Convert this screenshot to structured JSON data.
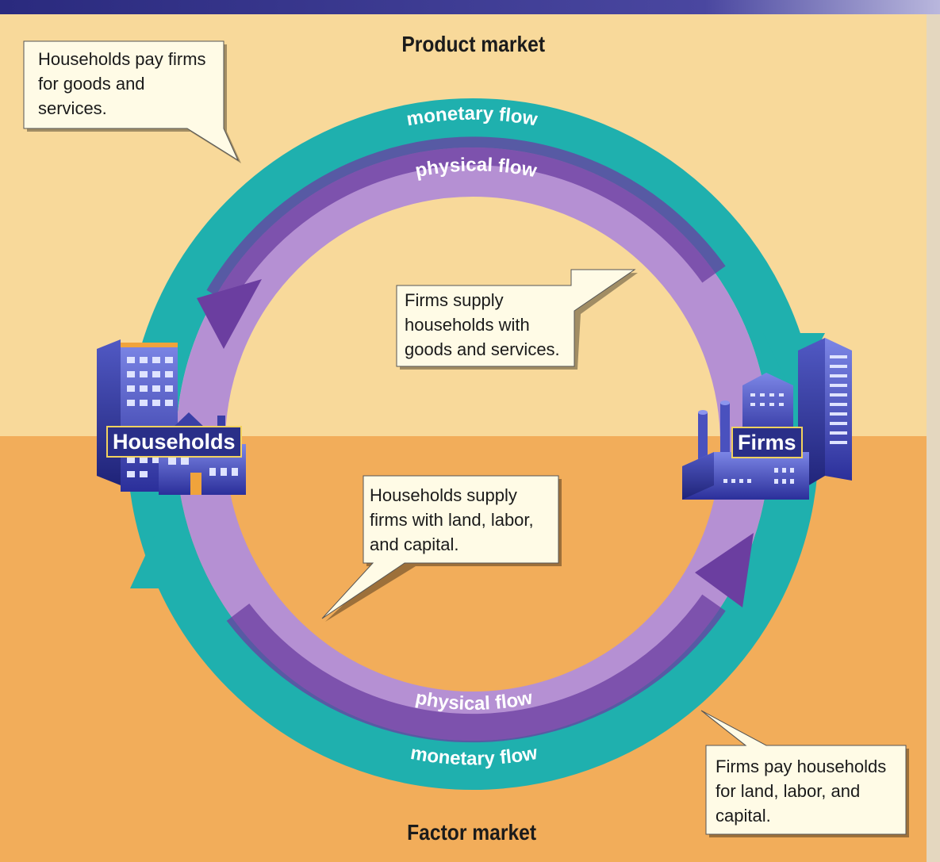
{
  "header": {
    "band_color": "#2e2b82"
  },
  "markets": {
    "product": "Product market",
    "factor": "Factor market"
  },
  "colors": {
    "background_top": "#f8d99a",
    "background_bottom": "#f2ad5a",
    "monetary_flow": "#1fb0ae",
    "physical_flow": "#6b3ea0",
    "physical_flow_light": "#b590d3",
    "callout_bg": "#fffbe6",
    "node_label_bg": "#2a2f88"
  },
  "flows": {
    "outer_top": "monetary flow",
    "inner_top": "physical flow",
    "inner_bottom": "physical flow",
    "outer_bottom": "monetary flow"
  },
  "nodes": {
    "households": {
      "label": "Households",
      "icon": "apartment-building-icon"
    },
    "firms": {
      "label": "Firms",
      "icon": "factory-skyscraper-icon"
    }
  },
  "callouts": {
    "households_pay": [
      "Households pay firms",
      "for goods and",
      "services."
    ],
    "firms_supply": [
      "Firms supply",
      "households with",
      "goods and services."
    ],
    "households_supply": [
      "Households supply",
      "firms with land, labor,",
      "and capital."
    ],
    "firms_pay": [
      "Firms pay households",
      "for land, labor, and",
      "capital."
    ]
  }
}
